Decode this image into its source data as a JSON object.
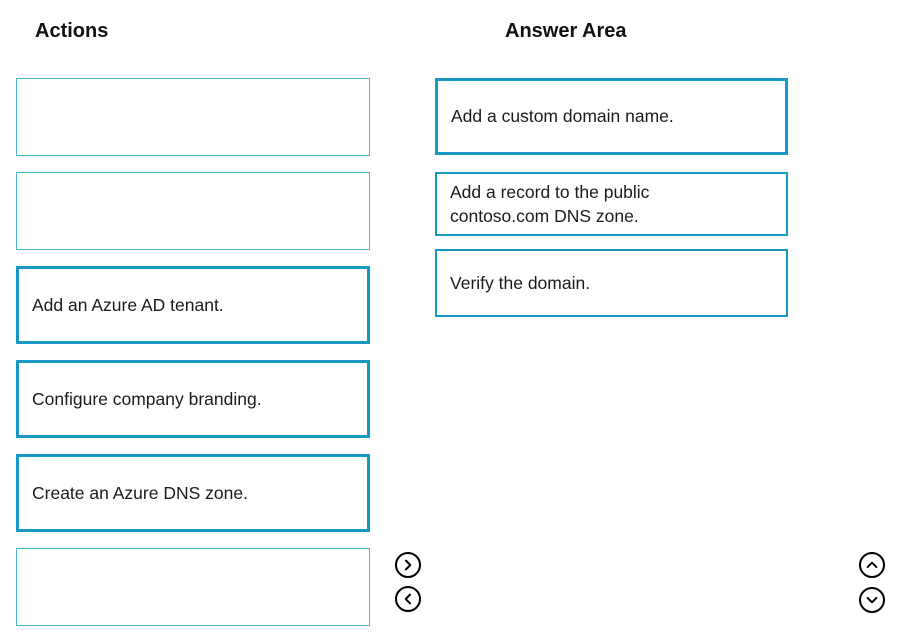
{
  "headers": {
    "actions": "Actions",
    "answer_area": "Answer Area"
  },
  "actions": [
    {
      "label": ""
    },
    {
      "label": ""
    },
    {
      "label": "Add an Azure AD tenant."
    },
    {
      "label": "Configure company branding."
    },
    {
      "label": "Create an Azure DNS zone."
    },
    {
      "label": ""
    }
  ],
  "answers": [
    {
      "label": "Add a custom domain name."
    },
    {
      "label": "Add a record to the public contoso.com DNS zone."
    },
    {
      "label": "Verify the domain."
    }
  ],
  "controls": {
    "move_right_icon": "chevron-right-circle",
    "move_left_icon": "chevron-left-circle",
    "move_up_icon": "chevron-up-circle",
    "move_down_icon": "chevron-down-circle"
  },
  "colors": {
    "box_border_accent": "#1899c4",
    "empty_box_border": "#4db3d2",
    "arrow_color": "#000000",
    "text_color": "#1b1b1b"
  }
}
